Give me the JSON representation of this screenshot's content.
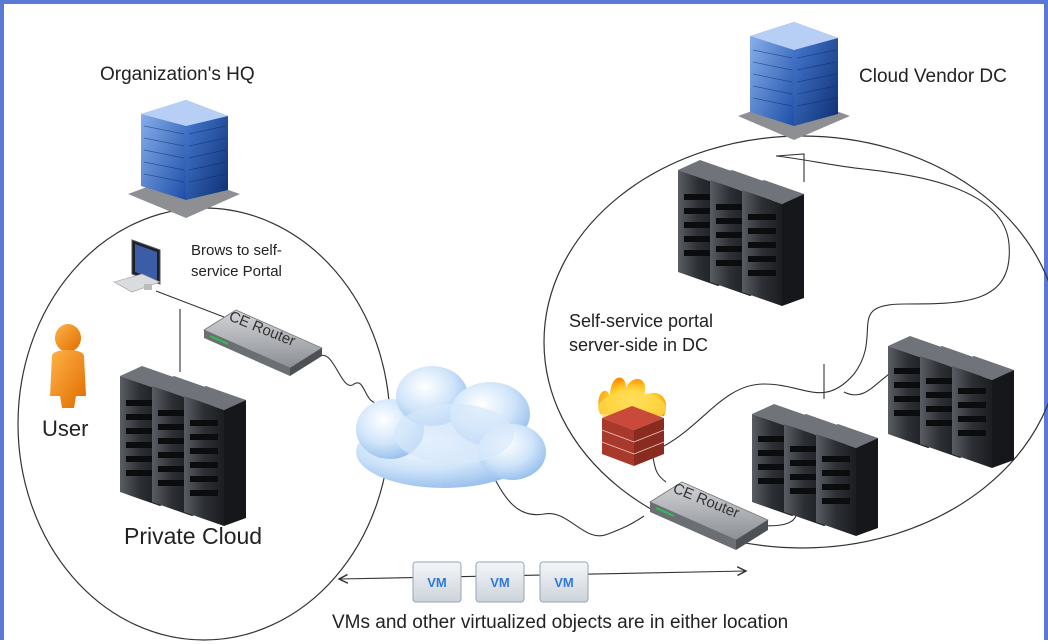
{
  "labels": {
    "hq": "Organization's HQ",
    "dc": "Cloud Vendor DC",
    "user": "User",
    "private_cloud": "Private Cloud",
    "brows": "Brows to self-service Portal",
    "portal": "Self-service portal server-side in DC",
    "vms_caption": "VMs and other virtualized objects are in either location"
  },
  "routers": {
    "hq_label": "CE Router",
    "dc_label": "CE Router"
  },
  "vm_boxes": [
    "VM",
    "VM",
    "VM"
  ],
  "icons": {
    "building": "office-building-icon",
    "server_rack": "server-rack-icon",
    "router": "router-icon",
    "cloud": "internet-cloud-icon",
    "firewall": "firewall-icon",
    "user": "user-icon",
    "workstation": "workstation-icon"
  },
  "colors": {
    "frame": "#5b78d4",
    "building": "#3a6fd0",
    "cloud": "#a9cdf2",
    "vm_text": "#2e7bd6"
  }
}
